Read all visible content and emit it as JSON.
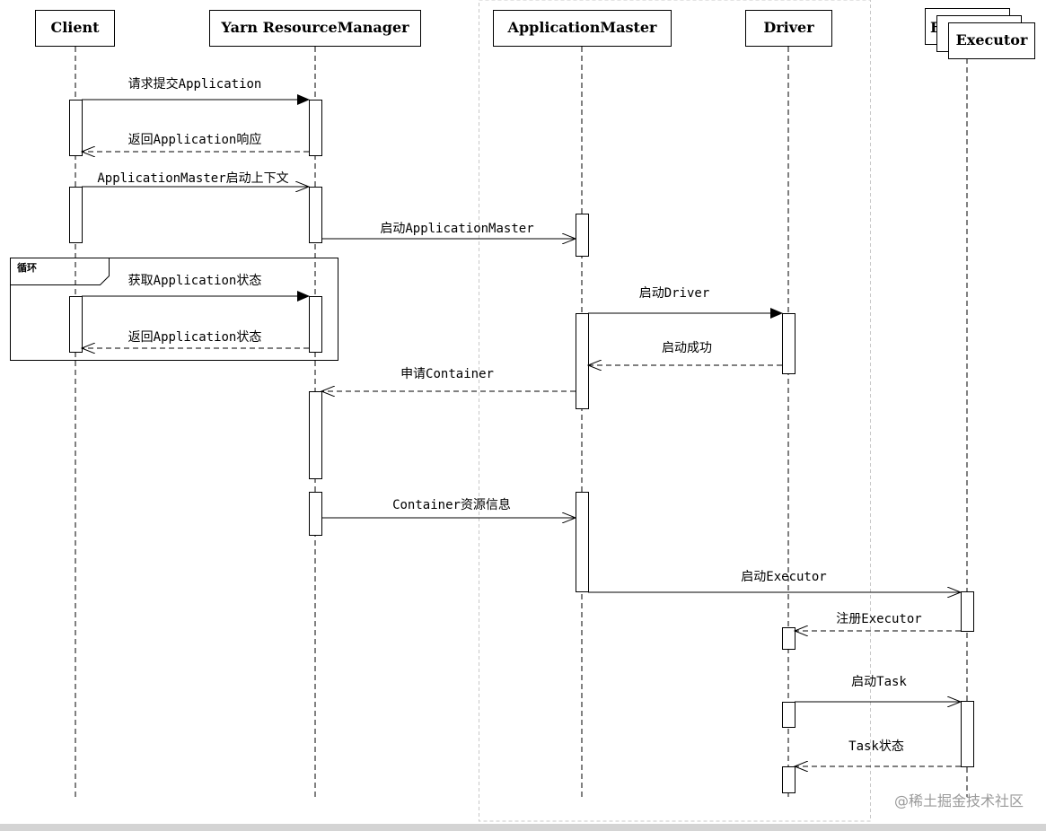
{
  "participants": [
    {
      "id": "client",
      "label": "Client"
    },
    {
      "id": "rm",
      "label": "Yarn ResourceManager"
    },
    {
      "id": "am",
      "label": "ApplicationMaster"
    },
    {
      "id": "driver",
      "label": "Driver"
    },
    {
      "id": "executor",
      "label": "Executor",
      "stacked": true,
      "back_label": "E"
    }
  ],
  "messages": [
    {
      "from": "client",
      "to": "rm",
      "label": "请求提交Application",
      "kind": "sync"
    },
    {
      "from": "rm",
      "to": "client",
      "label": "返回Application响应",
      "kind": "return"
    },
    {
      "from": "client",
      "to": "rm",
      "label": "ApplicationMaster启动上下文",
      "kind": "async"
    },
    {
      "from": "rm",
      "to": "am",
      "label": "启动ApplicationMaster",
      "kind": "async"
    },
    {
      "from": "client",
      "to": "rm",
      "label": "获取Application状态",
      "kind": "sync"
    },
    {
      "from": "am",
      "to": "driver",
      "label": "启动Driver",
      "kind": "sync"
    },
    {
      "from": "rm",
      "to": "client",
      "label": "返回Application状态",
      "kind": "return"
    },
    {
      "from": "driver",
      "to": "am",
      "label": "启动成功",
      "kind": "return"
    },
    {
      "from": "am",
      "to": "rm",
      "label": "申请Container",
      "kind": "return"
    },
    {
      "from": "rm",
      "to": "am",
      "label": "Container资源信息",
      "kind": "async"
    },
    {
      "from": "am",
      "to": "executor",
      "label": "启动Executor",
      "kind": "async"
    },
    {
      "from": "executor",
      "to": "driver",
      "label": "注册Executor",
      "kind": "return"
    },
    {
      "from": "driver",
      "to": "executor",
      "label": "启动Task",
      "kind": "async"
    },
    {
      "from": "executor",
      "to": "driver",
      "label": "Task状态",
      "kind": "return"
    }
  ],
  "fragments": [
    {
      "kind": "loop",
      "label": "循环"
    }
  ],
  "watermark": "@稀土掘金技术社区",
  "colors": {
    "line": "#000000",
    "frame": "#c8c8c8",
    "footer_bar": "#d4d4d4",
    "watermark": "#9a9a9a"
  }
}
